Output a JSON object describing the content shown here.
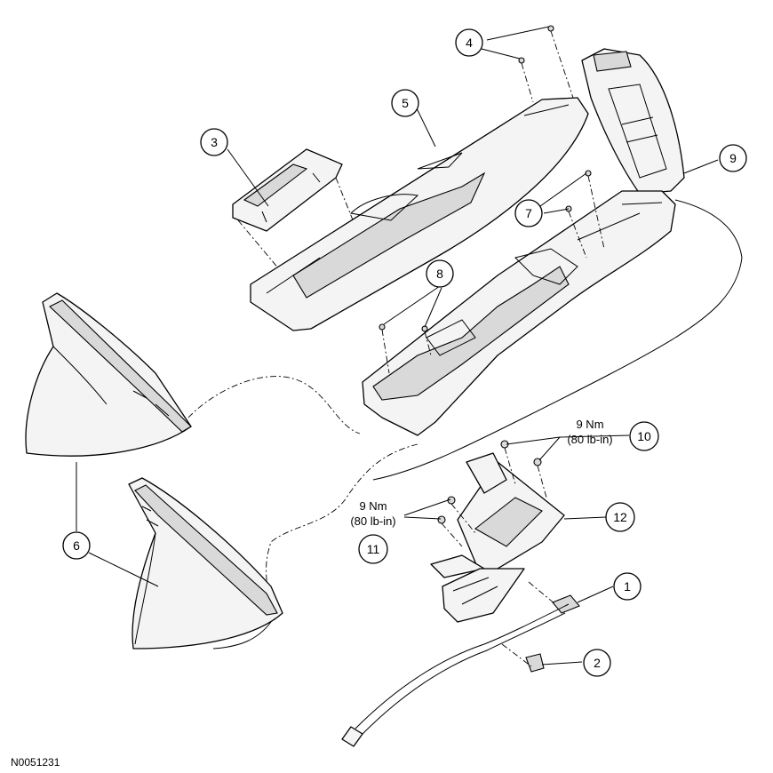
{
  "diagram": {
    "reference_id": "N0051231",
    "callouts": [
      "1",
      "2",
      "3",
      "4",
      "5",
      "6",
      "7",
      "8",
      "9",
      "10",
      "11",
      "12"
    ],
    "torque_10": {
      "value": "9 Nm",
      "alt": "(80 lb-in)"
    },
    "torque_11": {
      "value": "9 Nm",
      "alt": "(80 lb-in)"
    }
  }
}
